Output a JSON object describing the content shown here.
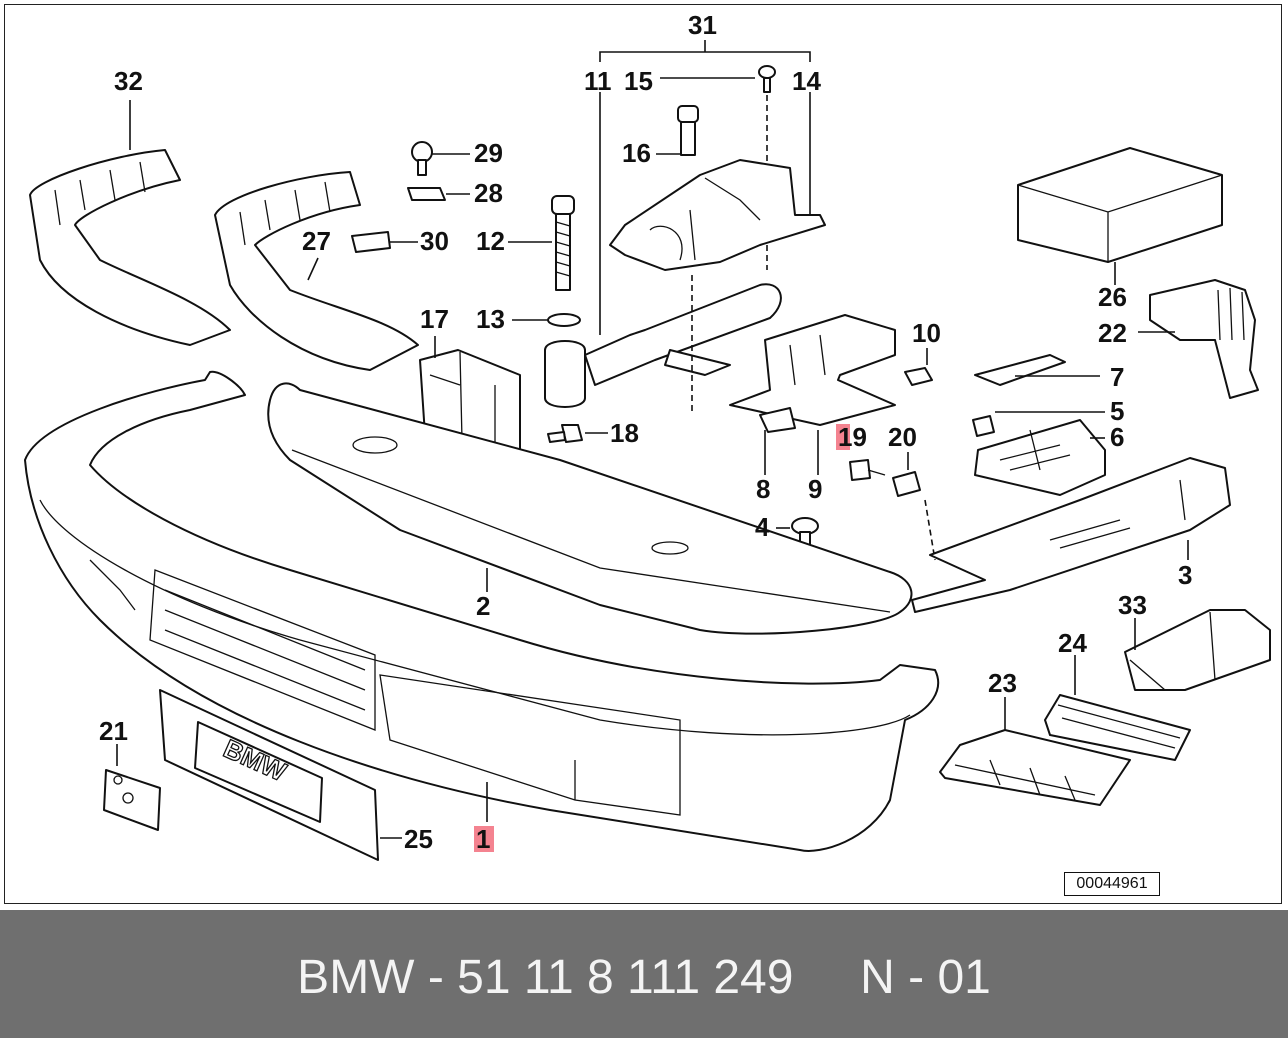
{
  "title": "BMW - 51 11 8 111 249     N - 01",
  "reference_number": "00044961",
  "highlight_color": "#f26d7d",
  "footer_color": "#6f6f6f",
  "part_labels": {
    "p1": "1",
    "p2": "2",
    "p3": "3",
    "p4": "4",
    "p5": "5",
    "p6": "6",
    "p7": "7",
    "p8": "8",
    "p9": "9",
    "p10": "10",
    "p11": "11",
    "p12": "12",
    "p13": "13",
    "p14": "14",
    "p15": "15",
    "p16": "16",
    "p17": "17",
    "p18": "18",
    "p19": "19",
    "p20": "20",
    "p21": "21",
    "p22": "22",
    "p23": "23",
    "p24": "24",
    "p25": "25",
    "p26": "26",
    "p27": "27",
    "p28": "28",
    "p29": "29",
    "p30": "30",
    "p31": "31",
    "p32": "32",
    "p33": "33"
  },
  "emblem_text": "BMW"
}
